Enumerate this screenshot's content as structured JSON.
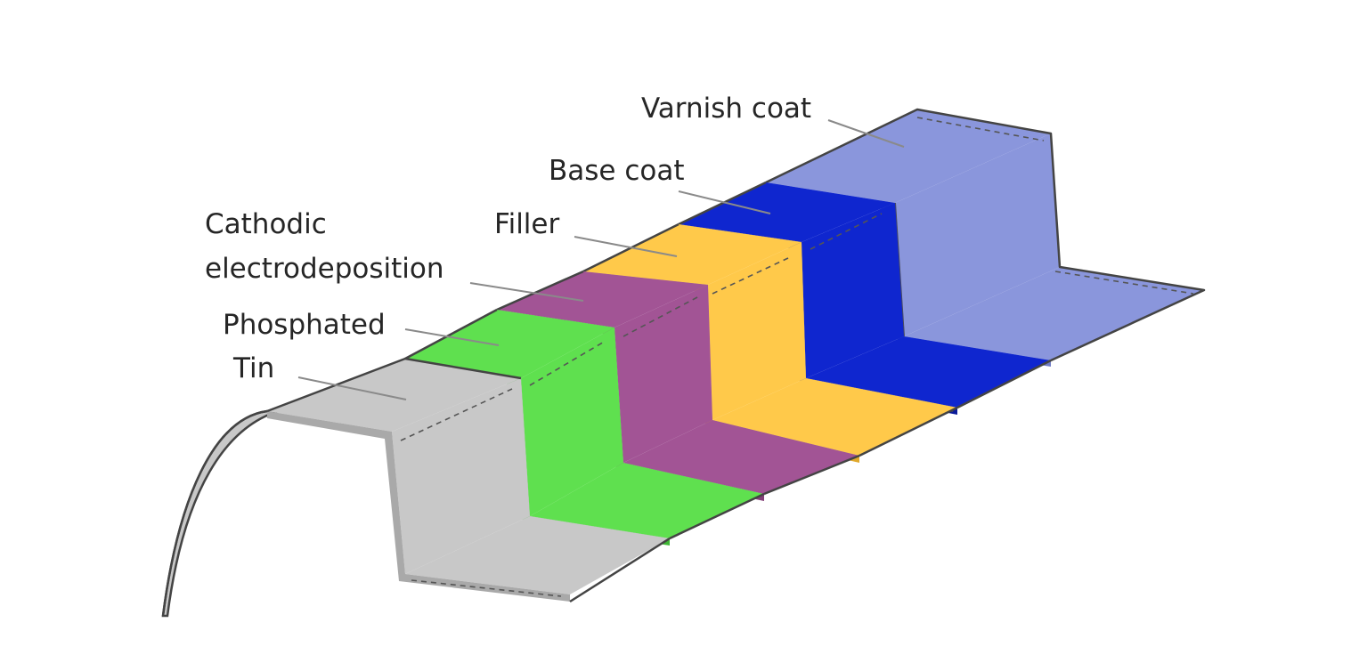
{
  "layers": [
    {
      "id": "tin",
      "label": "Tin",
      "color": "#c8c8c8"
    },
    {
      "id": "phosphated",
      "label": "Phosphated",
      "color": "#5fe04f"
    },
    {
      "id": "cathodic",
      "label": "Cathodic electrodeposition",
      "label_lines": [
        "Cathodic",
        "electrodeposition"
      ],
      "color": "#a25495"
    },
    {
      "id": "filler",
      "label": "Filler",
      "color": "#ffc94a"
    },
    {
      "id": "basecoat",
      "label": "Base coat",
      "color": "#0f26cf"
    },
    {
      "id": "varnish",
      "label": "Varnish coat",
      "color": "#8a96dc"
    }
  ]
}
